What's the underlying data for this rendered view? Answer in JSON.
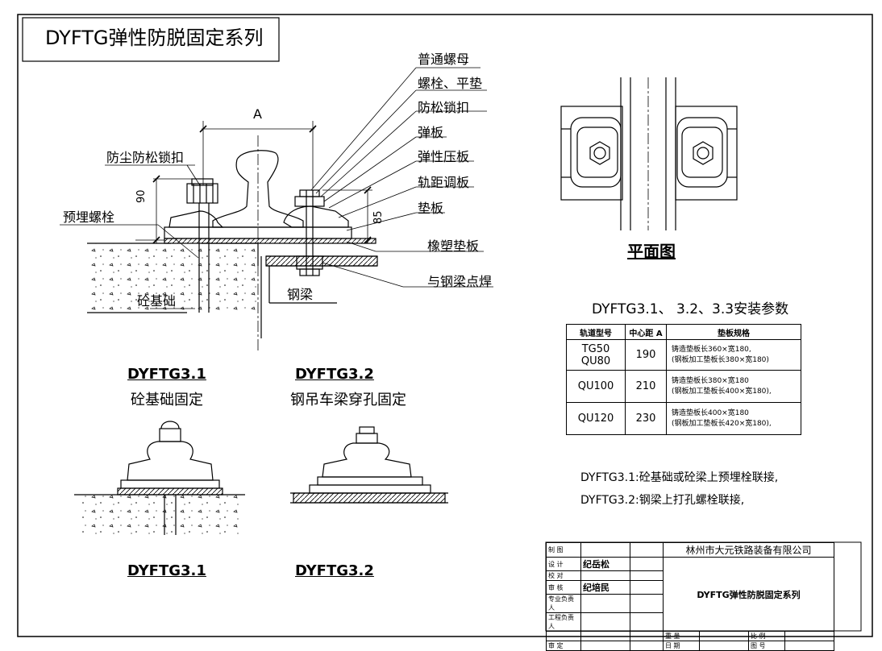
{
  "title": "DYFTG弹性防脱固定系列",
  "dimension_a": "A",
  "dimension_90": "90",
  "dimension_85": "85",
  "callouts_left": {
    "dust_lock": "防尘防松锁扣",
    "embedded_bolt": "预埋螺栓",
    "concrete_base": "砼基础"
  },
  "callouts_right": [
    "普通螺母",
    "螺栓、平垫",
    "防松锁扣",
    "弹板",
    "弹性压板",
    "轨距调板",
    "垫板",
    "橡塑垫板",
    "与钢梁点焊"
  ],
  "steel_beam": "钢梁",
  "captions": {
    "g31": "DYFTG3.1",
    "g31_sub": "砼基础固定",
    "g32": "DYFTG3.2",
    "g32_sub": "钢吊车梁穿孔固定",
    "g31_bottom": "DYFTG3.1",
    "g32_bottom": "DYFTG3.2"
  },
  "plan_view": "平面图",
  "params_title": "DYFTG3.1、 3.2、3.3安装参数",
  "params_table": {
    "headers": [
      "轨道型号",
      "中心距 A",
      "垫板规格"
    ],
    "rows": [
      {
        "model": "TG50\nQU80",
        "a": "190",
        "spec1": "铸造垫板长360×宽180,",
        "spec2": "(钢板加工垫板长380×宽180)"
      },
      {
        "model": "QU100",
        "a": "210",
        "spec1": "铸造垫板长380×宽180",
        "spec2": "(钢板加工垫板长400×宽180),"
      },
      {
        "model": "QU120",
        "a": "230",
        "spec1": "铸造垫板长400×宽180",
        "spec2": "(钢板加工垫板长420×宽180),"
      }
    ]
  },
  "notes": [
    "DYFTG3.1:砼基础或砼梁上预埋栓联接,",
    "DYFTG3.2:钢梁上打孔螺栓联接,"
  ],
  "title_block": {
    "company": "林州市大元铁路装备有限公司",
    "drawing_name": "DYFTG弹性防脱固定系列",
    "rows": [
      "制 图",
      "设 计",
      "校 对",
      "审 核",
      "专业负责人",
      "工程负责人",
      "",
      "审 定"
    ],
    "designer": "纪岳松",
    "reviewer": "纪培民",
    "weight_label": "重 量",
    "date_label": "日 期",
    "scale_label": "比 例",
    "drawing_no_label": "图 号"
  }
}
